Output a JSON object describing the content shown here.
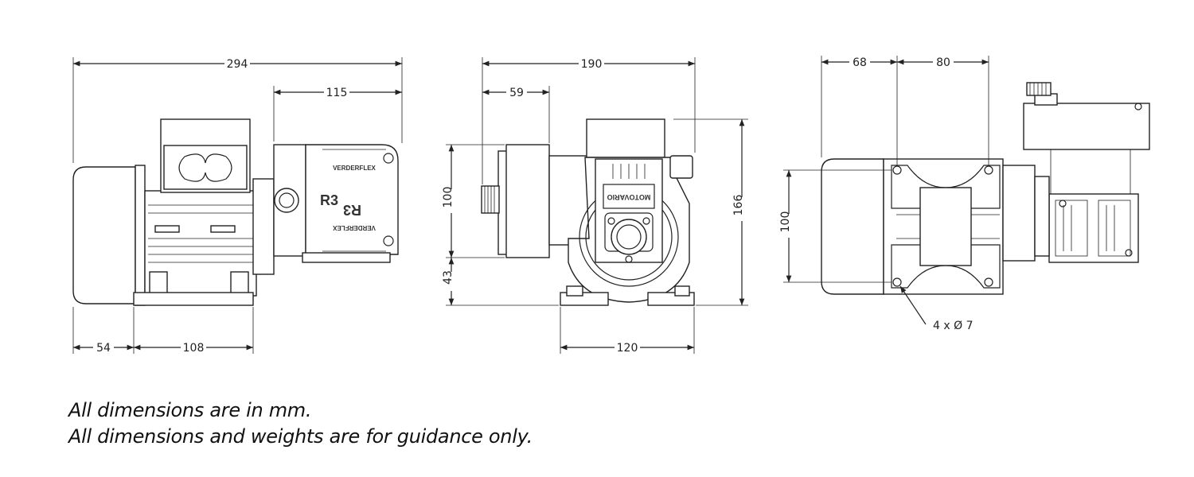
{
  "side_view": {
    "dim_overall_length": "294",
    "dim_pumphead_length": "115",
    "dim_front_offset": "54",
    "dim_foot_length": "108",
    "head_label_left": "R3",
    "head_label_right": "R3",
    "brand_top": "VERDERFLEX",
    "brand_bottom": "VERDERFLEX"
  },
  "front_view": {
    "dim_overall_width": "190",
    "dim_head_depth": "59",
    "dim_head_height": "100",
    "dim_shaft_height": "43",
    "dim_overall_height": "166",
    "dim_foot_width": "120",
    "gearbox_label": "MOTOVARIO"
  },
  "top_view": {
    "dim_motor_offset": "68",
    "dim_hole_spacing_x": "80",
    "dim_hole_spacing_y": "100",
    "hole_callout": "4 x Ø 7"
  },
  "notes": [
    "All dimensions are in mm.",
    "All dimensions and weights are for guidance only."
  ]
}
